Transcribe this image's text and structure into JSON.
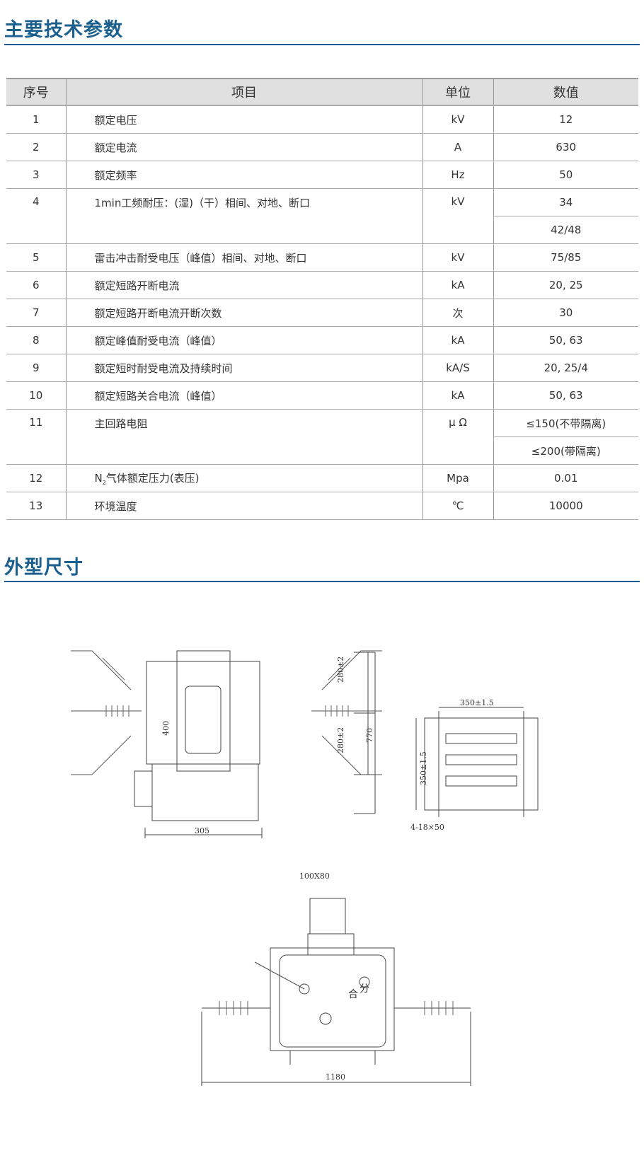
{
  "sections": {
    "specs_title": "主要技术参数",
    "dims_title": "外型尺寸"
  },
  "table": {
    "headers": [
      "序号",
      "项目",
      "单位",
      "数值"
    ],
    "rows": [
      {
        "no": "1",
        "item": "额定电压",
        "unit": "kV",
        "value": "12"
      },
      {
        "no": "2",
        "item": "额定电流",
        "unit": "A",
        "value": "630"
      },
      {
        "no": "3",
        "item": "额定频率",
        "unit": "Hz",
        "value": "50"
      },
      {
        "no": "4",
        "item": "1min工频耐压：(湿)（干）相间、对地、断口",
        "unit": "kV",
        "value": "34",
        "value2": "42/48"
      },
      {
        "no": "5",
        "item": "雷击冲击耐受电压（峰值）相间、对地、断口",
        "unit": "kV",
        "value": "75/85"
      },
      {
        "no": "6",
        "item": "额定短路开断电流",
        "unit": "kA",
        "value": "20, 25"
      },
      {
        "no": "7",
        "item": "额定短路开断电流开断次数",
        "unit": "次",
        "value": "30"
      },
      {
        "no": "8",
        "item": "额定峰值耐受电流（峰值）",
        "unit": "kA",
        "value": "50, 63"
      },
      {
        "no": "9",
        "item": "额定短时耐受电流及持续时间",
        "unit": "kA/S",
        "value": "20, 25/4"
      },
      {
        "no": "10",
        "item": "额定短路关合电流（峰值）",
        "unit": "kA",
        "value": "50, 63"
      },
      {
        "no": "11",
        "item": "主回路电阻",
        "unit": "μ Ω",
        "value": "≤150(不带隔离)",
        "value2": "≤200(带隔离)"
      },
      {
        "no": "12",
        "item_prefix": "N",
        "item_sub": "2",
        "item": "气体额定压力(表压)",
        "unit": "Mpa",
        "value": "0.01"
      },
      {
        "no": "13",
        "item": "环境温度",
        "unit": "℃",
        "value": "10000"
      }
    ]
  },
  "drawing_labels": {
    "d1": "280±2",
    "d2": "280±2",
    "d3": "400",
    "d4": "770",
    "d5": "305",
    "d6": "350±1.5",
    "d7": "350±1.5",
    "d8": "4-18×50",
    "d9": "100X80",
    "d10": "合",
    "d11": "分",
    "d12": "1180"
  }
}
